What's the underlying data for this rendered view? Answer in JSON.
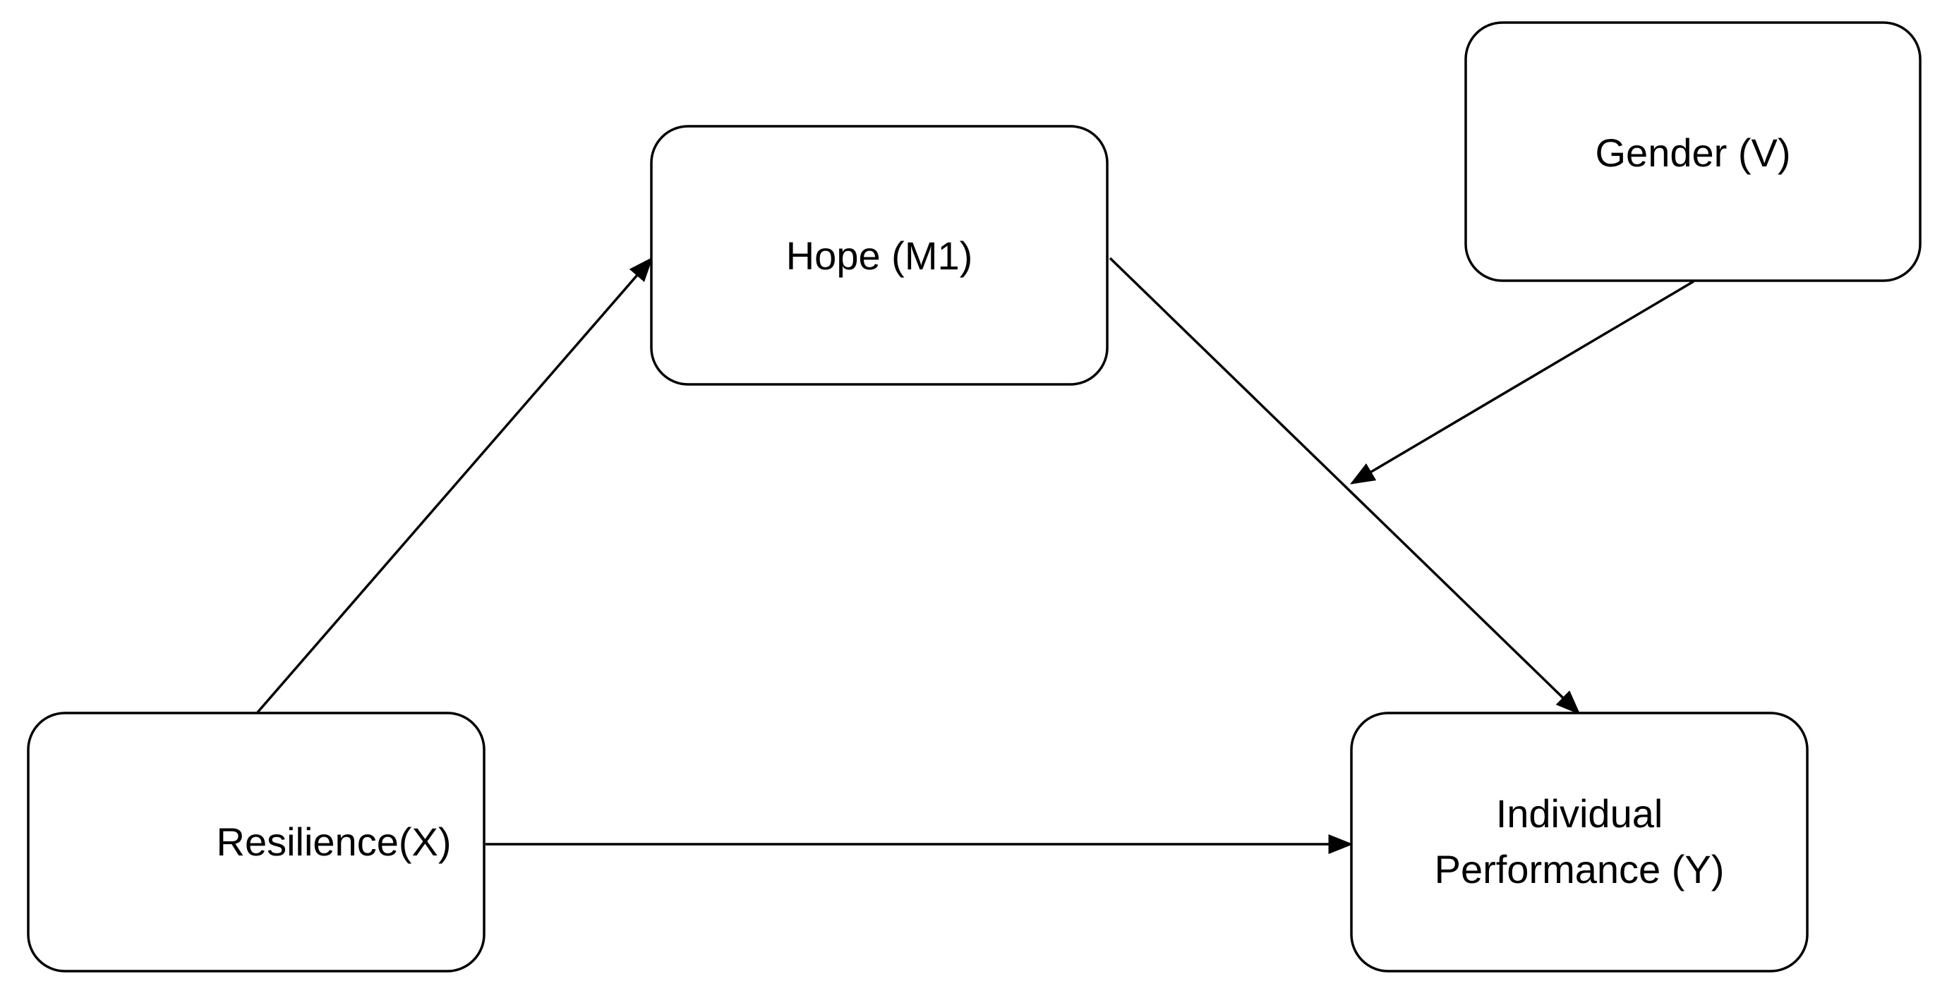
{
  "diagram": {
    "nodes": {
      "hope": {
        "label": "Hope (M1)"
      },
      "gender": {
        "label": "Gender (V)"
      },
      "resilience": {
        "label": "Resilience(X)"
      },
      "performance": {
        "line1": "Individual",
        "line2": "Performance (Y)"
      }
    },
    "edges": [
      {
        "from": "resilience",
        "to": "hope",
        "type": "path"
      },
      {
        "from": "hope",
        "to": "performance",
        "type": "path"
      },
      {
        "from": "resilience",
        "to": "performance",
        "type": "path"
      },
      {
        "from": "gender",
        "to": "hope-performance-path",
        "type": "moderation"
      }
    ],
    "colors": {
      "stroke": "#000000",
      "fill": "#ffffff",
      "text": "#000000"
    }
  }
}
